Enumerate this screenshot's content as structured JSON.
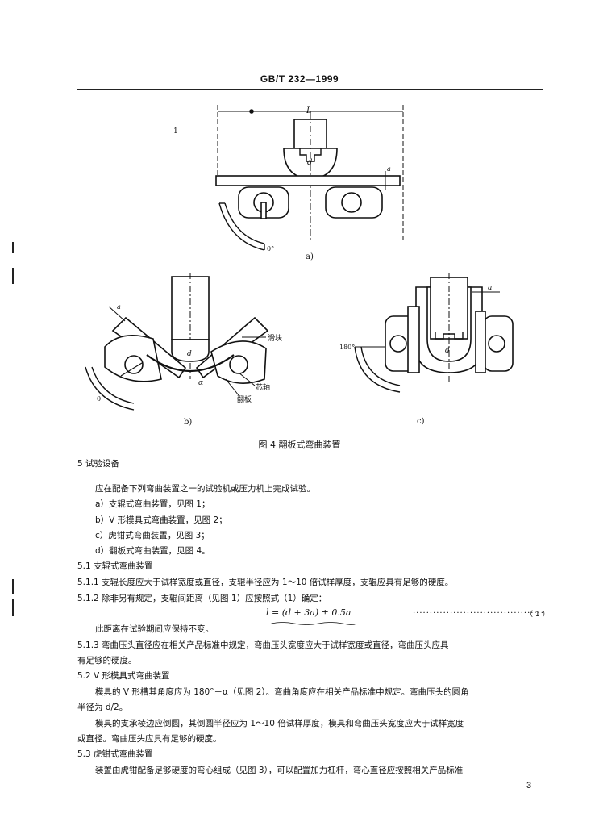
{
  "header": {
    "standard_no": "GB/T 232—1999"
  },
  "figure": {
    "caption": "图 4   翻板式弯曲装置",
    "sub_a": {
      "label": "a)",
      "dim_L": "L",
      "dim_d": "d",
      "dim_a": "a",
      "angle_zero": "0°",
      "mark_1": "1"
    },
    "sub_b": {
      "label": "b)",
      "dim_d": "d",
      "dim_a": "a",
      "dim_alpha": "α",
      "angle_zero": "0",
      "label_slider": "滑块",
      "label_pin": "芯轴",
      "label_plate": "翻板"
    },
    "sub_c": {
      "label": "c)",
      "dim_d": "d",
      "dim_a": "a",
      "angle_180": "180°"
    }
  },
  "body": {
    "section_5": "5   试验设备",
    "p_intro": "应在配备下列弯曲装置之一的试验机或压力机上完成试验。",
    "list_a": "a）支辊式弯曲装置，见图 1；",
    "list_b": "b）V 形模具式弯曲装置，见图 2；",
    "list_c": "c）虎钳式弯曲装置，见图 3；",
    "list_d": "d）翻板式弯曲装置，见图 4。",
    "s5_1": "5.1   支辊式弯曲装置",
    "s5_1_1": "5.1.1   支辊长度应大于试样宽度或直径，支辊半径应为 1～10 倍试样厚度，支辊应具有足够的硬度。",
    "s5_1_2": "5.1.2   除非另有规定，支辊间距离（见图 1）应按照式（1）确定：",
    "formula": "l = (d + 3a) ± 0.5a",
    "formula_no": "（ 1 ）",
    "p_keep": "此距离在试验期间应保持不变。",
    "s5_1_3_a": "5.1.3   弯曲压头直径应在相关产品标准中规定，弯曲压头宽度应大于试样宽度或直径，弯曲压头应具",
    "s5_1_3_b": "有足够的硬度。",
    "s5_2": "5.2   V 形模具式弯曲装置",
    "s5_2_p1a": "模具的 V 形槽其角度应为 180°－α（见图 2）。弯曲角度应在相关产品标准中规定。弯曲压头的圆角",
    "s5_2_p1b": "半径为 d/2。",
    "s5_2_p2a": "模具的支承棱边应倒圆，其倒圆半径应为 1～10 倍试样厚度，模具和弯曲压头宽度应大于试样宽度",
    "s5_2_p2b": "或直径。弯曲压头应具有足够的硬度。",
    "s5_3": "5.3   虎钳式弯曲装置",
    "s5_3_p": "装置由虎钳配备足够硬度的弯心组成（见图 3），可以配置加力杠杆，弯心直径应按照相关产品标准"
  },
  "page_number": "3"
}
